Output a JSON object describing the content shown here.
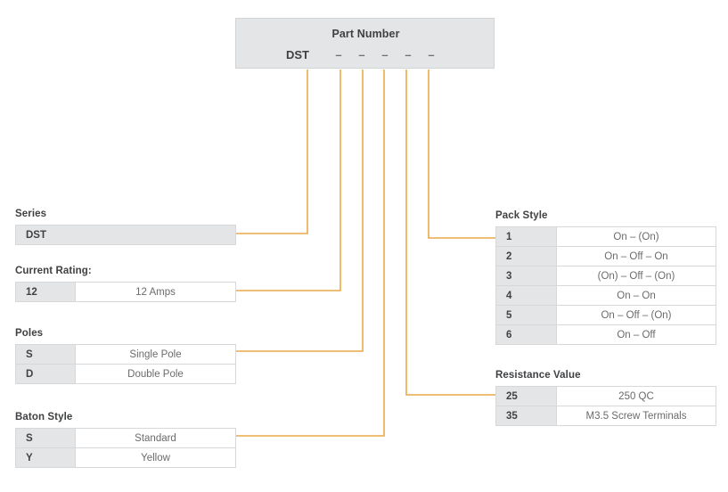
{
  "part_number": {
    "title": "Part Number",
    "prefix": "DST",
    "slots": [
      "–",
      "–",
      "–",
      "–",
      "–"
    ]
  },
  "accent_color": "#e9a948",
  "groups": [
    {
      "id": "series",
      "title": "Series",
      "rows": [
        {
          "code": "DST",
          "desc": ""
        }
      ]
    },
    {
      "id": "current-rating",
      "title": "Current Rating:",
      "rows": [
        {
          "code": "12",
          "desc": "12 Amps"
        }
      ]
    },
    {
      "id": "poles",
      "title": "Poles",
      "rows": [
        {
          "code": "S",
          "desc": "Single Pole"
        },
        {
          "code": "D",
          "desc": "Double Pole"
        }
      ]
    },
    {
      "id": "baton-style",
      "title": "Baton Style",
      "rows": [
        {
          "code": "S",
          "desc": "Standard"
        },
        {
          "code": "Y",
          "desc": "Yellow"
        }
      ]
    },
    {
      "id": "pack-style",
      "title": "Pack Style",
      "rows": [
        {
          "code": "1",
          "desc": "On – (On)"
        },
        {
          "code": "2",
          "desc": "On – Off – On"
        },
        {
          "code": "3",
          "desc": "(On) – Off – (On)"
        },
        {
          "code": "4",
          "desc": "On – On"
        },
        {
          "code": "5",
          "desc": "On – Off – (On)"
        },
        {
          "code": "6",
          "desc": "On – Off"
        }
      ]
    },
    {
      "id": "resistance",
      "title": "Resistance Value",
      "rows": [
        {
          "code": "25",
          "desc": "250 QC"
        },
        {
          "code": "35",
          "desc": "M3.5 Screw Terminals"
        }
      ]
    }
  ]
}
